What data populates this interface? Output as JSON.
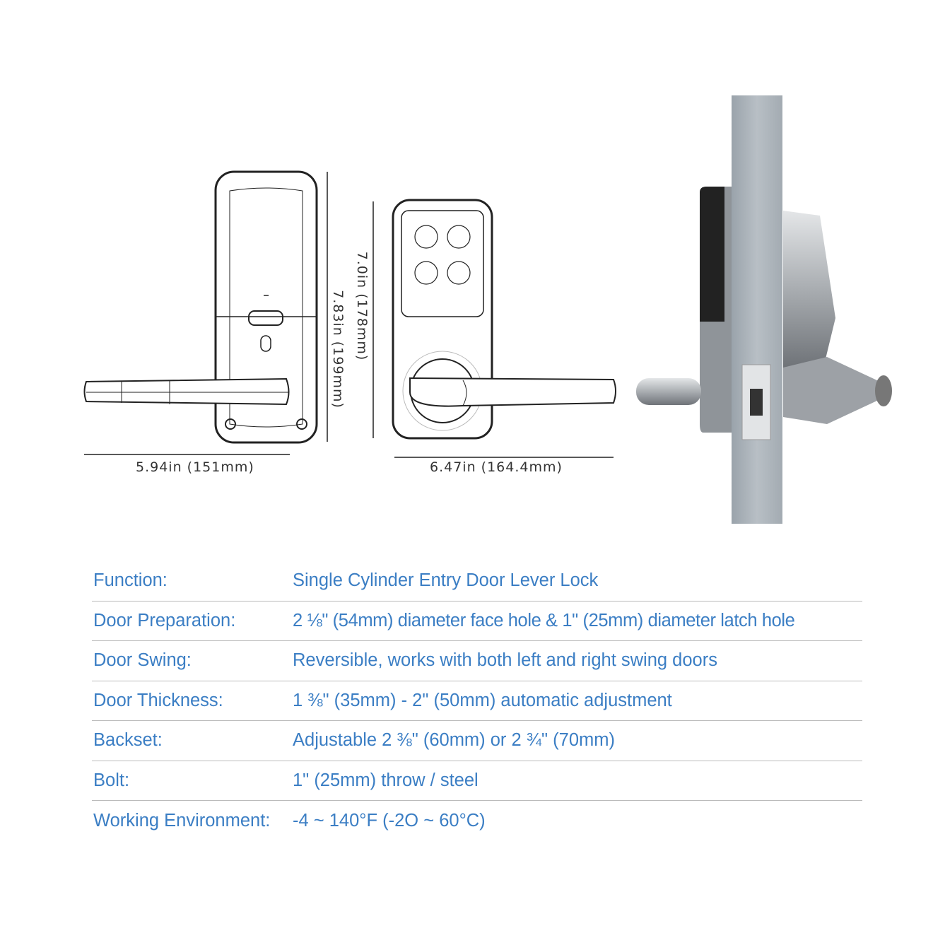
{
  "dimensions": {
    "back_width": "5.94in (151mm)",
    "back_height": "7.83in (199mm)",
    "front_height": "7.0in (178mm)",
    "front_width": "6.47in (164.4mm)"
  },
  "specs": [
    {
      "label": "Function:",
      "value": "Single Cylinder Entry Door Lever Lock"
    },
    {
      "label": "Door Preparation:",
      "value": "2 ⅛\" (54mm) diameter face hole & 1\" (25mm) diameter latch hole"
    },
    {
      "label": "Door Swing:",
      "value": "Reversible, works with both left and right swing doors"
    },
    {
      "label": "Door Thickness:",
      "value": "1 ⅜\" (35mm) - 2\" (50mm) automatic adjustment"
    },
    {
      "label": "Backset:",
      "value": "Adjustable 2 ⅜\" (60mm) or 2 ¾\" (70mm)"
    },
    {
      "label": "Bolt:",
      "value": "1\" (25mm) throw / steel"
    },
    {
      "label": "Working Environment:",
      "value": "-4 ~ 140°F (-2O ~ 60°C)"
    }
  ],
  "colors": {
    "spec_text": "#3b7ec4",
    "divider": "#bbbbbb"
  }
}
